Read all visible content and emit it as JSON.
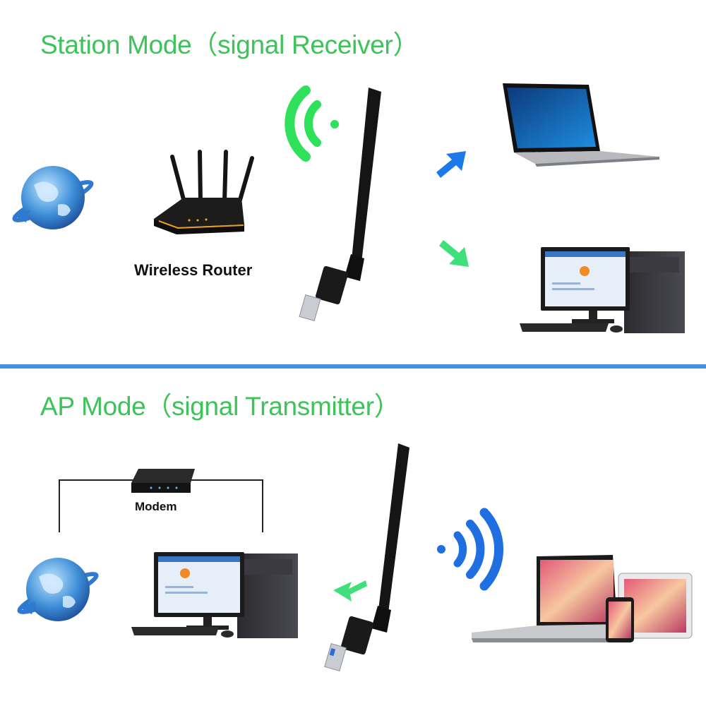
{
  "station_mode": {
    "title": "Station Mode（signal Receiver）",
    "router_label": "Wireless Router"
  },
  "ap_mode": {
    "title": "AP Mode（signal Transmitter）",
    "modem_label": "Modem"
  },
  "colors": {
    "heading_green": "#3dc35a",
    "signal_green": "#2ee05a",
    "signal_blue": "#1f6fe0",
    "divider_blue": "#4a90e2",
    "arrow_blue": "#1b7ae8",
    "arrow_green": "#3fe07a"
  },
  "icons": [
    "globe-icon",
    "wireless-router-icon",
    "wifi-signal-icon",
    "usb-wifi-adapter-icon",
    "arrow-icon",
    "laptop-icon",
    "desktop-computer-icon",
    "modem-icon",
    "tablet-icon",
    "smartphone-icon"
  ]
}
